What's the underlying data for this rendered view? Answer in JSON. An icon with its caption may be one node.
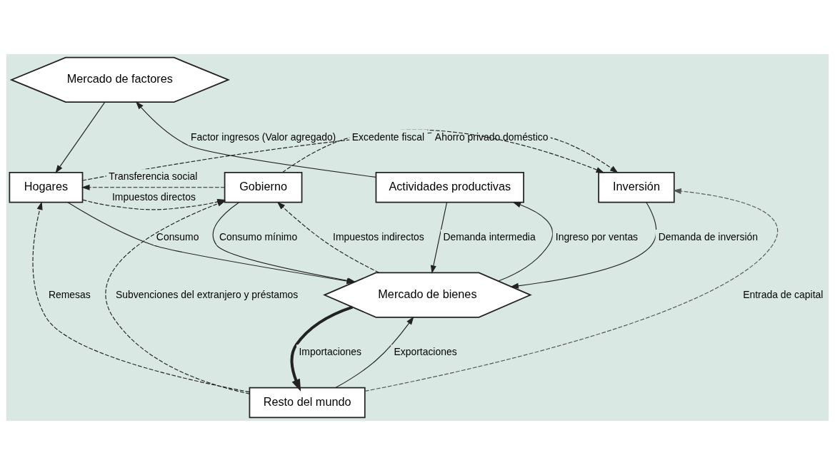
{
  "diagram": {
    "nodes": [
      {
        "text": [
          "Mercado de factores"
        ]
      },
      {
        "text": [
          "Actividades productivas"
        ]
      },
      {
        "text": [
          "Hogares"
        ]
      },
      {
        "text": [
          "Gobierno"
        ]
      },
      {
        "text": [
          "Inversión"
        ]
      },
      {
        "text": [
          "Mercado de bienes"
        ]
      },
      {
        "text": [
          "Resto del mundo"
        ]
      }
    ],
    "edges": [
      {
        "from": 1,
        "to": 0,
        "arrow": "to",
        "label": "Factor ingresos (Valor agregado)"
      },
      {
        "from": 0,
        "to": 2,
        "arrow": "to"
      },
      {
        "from": 2,
        "to": 4,
        "arrow": "to",
        "label": "Ahorro privado doméstico",
        "style": "dashed"
      },
      {
        "from": 5,
        "to": 3,
        "arrow": "to",
        "label": "Impuestos indirectos",
        "style": "dashed"
      },
      {
        "from": 2,
        "to": 3,
        "arrow": "to",
        "label": "Impuestos directos",
        "style": "dashed"
      },
      {
        "from": 3,
        "to": 4,
        "arrow": "to",
        "label": "Excedente fiscal",
        "style": "dashed"
      },
      {
        "from": 3,
        "to": 2,
        "arrow": "to",
        "label": "Transferencia social",
        "style": "dashed"
      },
      {
        "from": 1,
        "to": 5,
        "arrow": "to",
        "label": "Demanda intermedia"
      },
      {
        "from": 5,
        "to": 1,
        "arrow": "to",
        "label": "Ingreso por ventas"
      },
      {
        "from": 2,
        "to": 5,
        "arrow": "to",
        "label": "Consumo"
      },
      {
        "from": 3,
        "to": 5,
        "arrow": "to",
        "label": "Consumo mínimo"
      },
      {
        "from": 4,
        "to": 5,
        "arrow": "to",
        "label": "Demanda de inversión"
      },
      {
        "from": 6,
        "to": 5,
        "arrow": "to",
        "label": "Exportaciones"
      },
      {
        "from": 5,
        "to": 6,
        "arrow": "to",
        "label": "Importaciones",
        "style": "thick"
      },
      {
        "from": 6,
        "to": 2,
        "arrow": "to",
        "label": "Remesas",
        "style": "dashed"
      },
      {
        "from": 6,
        "to": 3,
        "arrow": "to",
        "label": "Subvenciones del extranjero y préstamos",
        "style": "dashed"
      },
      {
        "from": 6,
        "to": 4,
        "arrow": "to",
        "label": "Entrada de capital",
        "style": "dashed",
        "color": "#555555"
      }
    ]
  }
}
